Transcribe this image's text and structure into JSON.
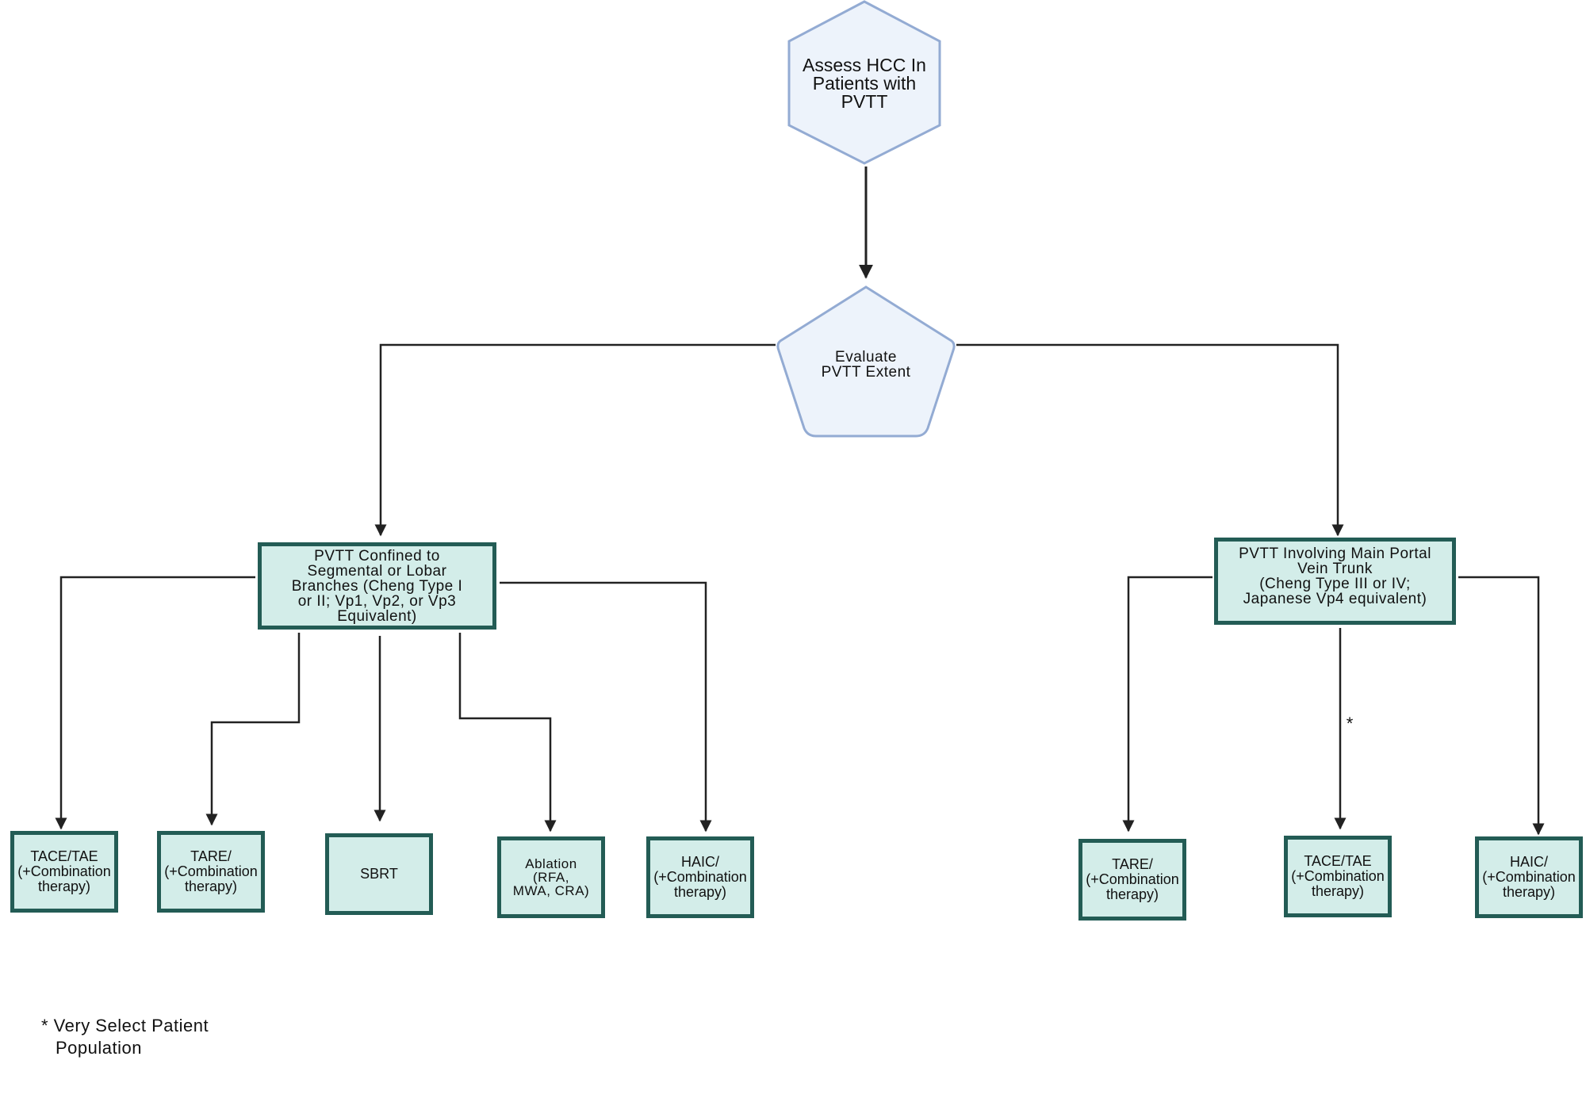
{
  "start": {
    "label": "Assess HCC In\nPatients with\nPVTT"
  },
  "decision": {
    "label": "Evaluate\nPVTT Extent"
  },
  "left_branch": {
    "label": "PVTT Confined to\nSegmental or Lobar\nBranches (Cheng Type I\nor II; Vp1, Vp2, or Vp3\nEquivalent)"
  },
  "right_branch": {
    "label": "PVTT Involving Main Portal\nVein Trunk\n(Cheng Type III or IV;\nJapanese Vp4 equivalent)"
  },
  "left_treatments": [
    {
      "label": "TACE/TAE\n(+Combination\ntherapy)"
    },
    {
      "label": "TARE/\n(+Combination\ntherapy)"
    },
    {
      "label": "SBRT"
    },
    {
      "label": "Ablation\n(RFA,\nMWA, CRA)"
    },
    {
      "label": "HAIC/\n(+Combination\ntherapy)"
    }
  ],
  "right_treatments": [
    {
      "label": "TARE/\n(+Combination\ntherapy)"
    },
    {
      "label": "TACE/TAE\n(+Combination\ntherapy)"
    },
    {
      "label": "HAIC/\n(+Combination\ntherapy)"
    }
  ],
  "edge_marker": "*",
  "footnote": {
    "line1": "* Very Select Patient",
    "line2": "Population"
  }
}
